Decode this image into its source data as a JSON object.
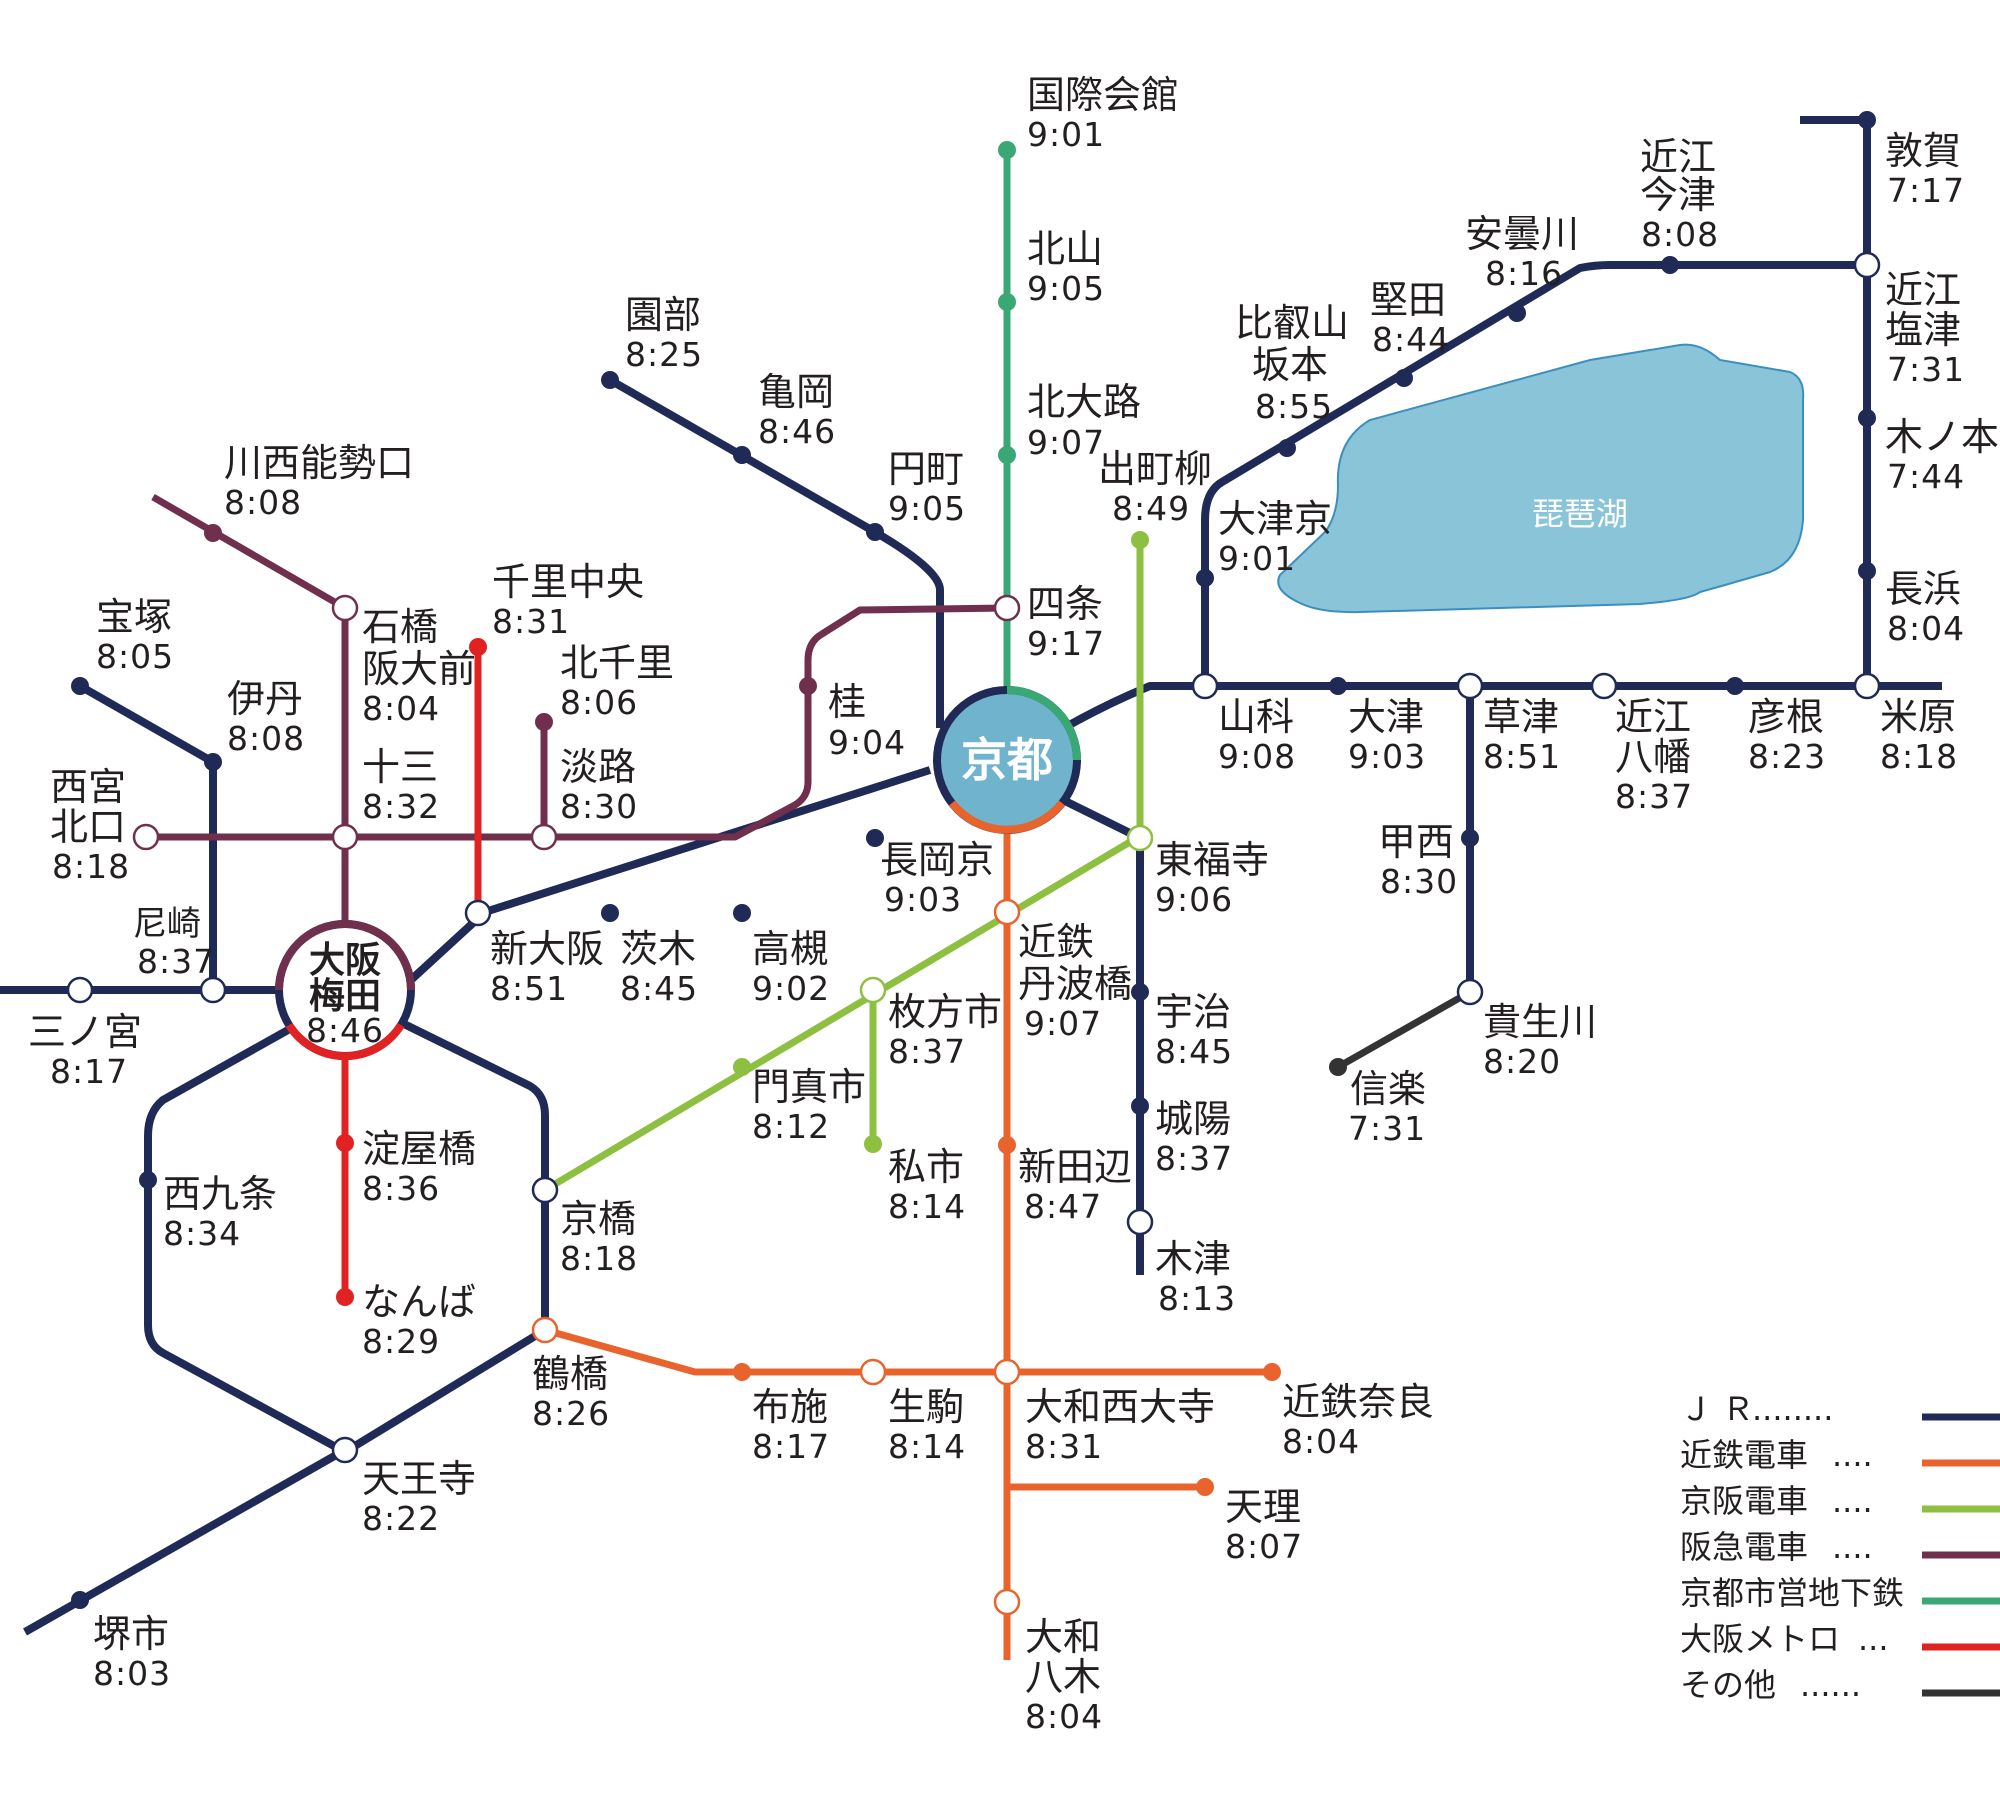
{
  "colors": {
    "jr": "#1f2a56",
    "kintetsu": "#e8642c",
    "keihan": "#8dbf40",
    "hankyu": "#6f2f4d",
    "kyoto_subway": "#3aa874",
    "osaka_metro": "#e02222",
    "other": "#333333",
    "lake_fill": "#8ac4d8",
    "lake_stroke": "#3b8ec0",
    "kyoto_fill": "#6fb3cc"
  },
  "lake": {
    "name": "琵琶湖"
  },
  "hubs": {
    "kyoto": {
      "name": "京都"
    },
    "umeda": {
      "name1": "大阪",
      "name2": "梅田",
      "time": "8:46"
    }
  },
  "stations": {
    "kokusai": {
      "name": "国際会館",
      "time": "9:01"
    },
    "kitayama": {
      "name": "北山",
      "time": "9:05"
    },
    "kitaoji": {
      "name": "北大路",
      "time": "9:07"
    },
    "shijo": {
      "name": "四条",
      "time": "9:17"
    },
    "sonobe": {
      "name": "園部",
      "time": "8:25"
    },
    "kameoka": {
      "name": "亀岡",
      "time": "8:46"
    },
    "enmachi": {
      "name": "円町",
      "time": "9:05"
    },
    "demachi": {
      "name": "出町柳",
      "time": "8:49"
    },
    "kawanishi": {
      "name": "川西能勢口",
      "time": "8:08"
    },
    "ishibashi": {
      "name1": "石橋",
      "name2": "阪大前",
      "time": "8:04"
    },
    "senri": {
      "name": "千里中央",
      "time": "8:31"
    },
    "kitasenri": {
      "name": "北千里",
      "time": "8:06"
    },
    "awaji": {
      "name": "淡路",
      "time": "8:30"
    },
    "juso": {
      "name": "十三",
      "time": "8:32"
    },
    "katsura": {
      "name": "桂",
      "time": "9:04"
    },
    "takarazuka": {
      "name": "宝塚",
      "time": "8:05"
    },
    "itami": {
      "name": "伊丹",
      "time": "8:08"
    },
    "nishinomiya": {
      "name1": "西宮",
      "name2": "北口",
      "time": "8:18"
    },
    "amagasaki": {
      "name": "尼崎",
      "time": "8:37"
    },
    "sannomiya": {
      "name": "三ノ宮",
      "time": "8:17"
    },
    "shinosaka": {
      "name": "新大阪",
      "time": "8:51"
    },
    "ibaraki": {
      "name": "茨木",
      "time": "8:45"
    },
    "takatsuki": {
      "name": "高槻",
      "time": "9:02"
    },
    "nagaokakyo": {
      "name": "長岡京",
      "time": "9:03"
    },
    "tofukuji": {
      "name": "東福寺",
      "time": "9:06"
    },
    "tambabashi": {
      "name1": "近鉄",
      "name2": "丹波橋",
      "time": "9:07"
    },
    "hirakata": {
      "name": "枚方市",
      "time": "8:37"
    },
    "kisaichi": {
      "name": "私市",
      "time": "8:14"
    },
    "kadoma": {
      "name": "門真市",
      "time": "8:12"
    },
    "kyobashi": {
      "name": "京橋",
      "time": "8:18"
    },
    "yodoyabashi": {
      "name": "淀屋橋",
      "time": "8:36"
    },
    "namba": {
      "name": "なんば",
      "time": "8:29"
    },
    "nishikujo": {
      "name": "西九条",
      "time": "8:34"
    },
    "tsuruhashi": {
      "name": "鶴橋",
      "time": "8:26"
    },
    "tennoji": {
      "name": "天王寺",
      "time": "8:22"
    },
    "sakai": {
      "name": "堺市",
      "time": "8:03"
    },
    "fuse": {
      "name": "布施",
      "time": "8:17"
    },
    "ikoma": {
      "name": "生駒",
      "time": "8:14"
    },
    "saidaiji": {
      "name": "大和西大寺",
      "time": "8:31"
    },
    "nara": {
      "name": "近鉄奈良",
      "time": "8:04"
    },
    "tenri": {
      "name": "天理",
      "time": "8:07"
    },
    "yagi": {
      "name1": "大和",
      "name2": "八木",
      "time": "8:04"
    },
    "shintanabe": {
      "name": "新田辺",
      "time": "8:47"
    },
    "uji": {
      "name": "宇治",
      "time": "8:45"
    },
    "joyo": {
      "name": "城陽",
      "time": "8:37"
    },
    "kizu": {
      "name": "木津",
      "time": "8:13"
    },
    "yamashina": {
      "name": "山科",
      "time": "9:08"
    },
    "otsu": {
      "name": "大津",
      "time": "9:03"
    },
    "kusatsu": {
      "name": "草津",
      "time": "8:51"
    },
    "omihachiman": {
      "name1": "近江",
      "name2": "八幡",
      "time": "8:37"
    },
    "hikone": {
      "name": "彦根",
      "time": "8:23"
    },
    "maibara": {
      "name": "米原",
      "time": "8:18"
    },
    "kosei": {
      "name": "甲西",
      "time": "8:30"
    },
    "kibukawa": {
      "name": "貴生川",
      "time": "8:20"
    },
    "shigaraki": {
      "name": "信楽",
      "time": "7:31"
    },
    "otsukyo": {
      "name": "大津京",
      "time": "9:01"
    },
    "sakamoto": {
      "name1": "比叡山",
      "name2": "坂本",
      "time": "8:55"
    },
    "katata": {
      "name": "堅田",
      "time": "8:44"
    },
    "adogawa": {
      "name": "安曇川",
      "time": "8:16"
    },
    "imazu": {
      "name1": "近江",
      "name2": "今津",
      "time": "8:08"
    },
    "tsuruga": {
      "name": "敦賀",
      "time": "7:17"
    },
    "shiotsu": {
      "name1": "近江",
      "name2": "塩津",
      "time": "7:31"
    },
    "kinomoto": {
      "name": "木ノ本",
      "time": "7:44"
    },
    "nagahama": {
      "name": "長浜",
      "time": "8:04"
    }
  },
  "legend": [
    {
      "label": "ＪＲ",
      "dots": "........",
      "color": "#1f2a56"
    },
    {
      "label": "近鉄電車",
      "dots": "....",
      "color": "#e8642c"
    },
    {
      "label": "京阪電車",
      "dots": "....",
      "color": "#8dbf40"
    },
    {
      "label": "阪急電車",
      "dots": "....",
      "color": "#6f2f4d"
    },
    {
      "label": "京都市営地下鉄",
      "dots": "",
      "color": "#3aa874"
    },
    {
      "label": "大阪メトロ",
      "dots": "...",
      "color": "#e02222"
    },
    {
      "label": "その他",
      "dots": "......",
      "color": "#333333"
    }
  ]
}
